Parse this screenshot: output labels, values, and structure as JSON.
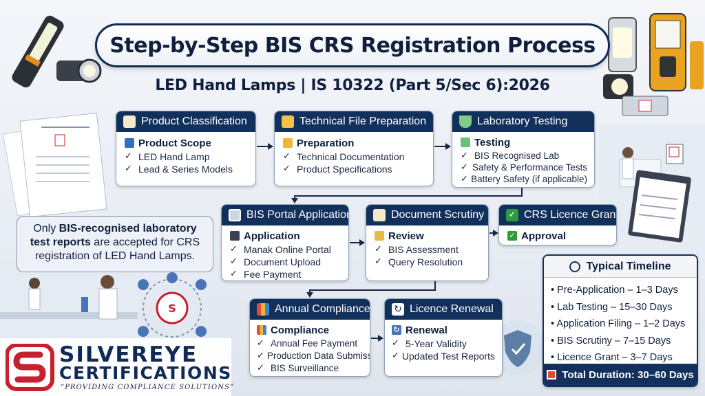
{
  "title": "Step-by-Step BIS CRS Registration Process",
  "subtitle": "LED Hand Lamps | IS 10322 (Part 5/Sec 6):2026",
  "steps": [
    {
      "header": "Product Classification",
      "header_icon": "document-icon",
      "sub": "Product Scope",
      "sub_icon": "book-icon",
      "items": [
        "LED Hand Lamp",
        "Lead & Series Models"
      ]
    },
    {
      "header": "Technical File Preparation",
      "header_icon": "folder-icon",
      "sub": "Preparation",
      "sub_icon": "folder-icon",
      "items": [
        "Technical Documentation",
        "Product Specifications"
      ]
    },
    {
      "header": "Laboratory Testing",
      "header_icon": "flask-icon",
      "sub": "Testing",
      "sub_icon": "test-tube-icon",
      "items": [
        "BIS Recognised Lab",
        "Safety & Performance Tests",
        "Battery Safety (if applicable)"
      ]
    },
    {
      "header": "BIS Portal Application",
      "header_icon": "laptop-icon",
      "sub": "Application",
      "sub_icon": "laptop-icon",
      "items": [
        "Manak Online Portal",
        "Document Upload",
        "Fee Payment"
      ]
    },
    {
      "header": "Document Scrutiny",
      "header_icon": "document-icon",
      "sub": "Review",
      "sub_icon": "pencil-icon",
      "items": [
        "BIS Assessment",
        "Query Resolution"
      ]
    },
    {
      "header": "CRS Licence Grant",
      "header_icon": "checkmark-icon",
      "sub": "Approval",
      "sub_icon": "checkmark-icon",
      "items": []
    },
    {
      "header": "Annual Compliance",
      "header_icon": "bar-chart-icon",
      "sub": "Compliance",
      "sub_icon": "bar-chart-icon",
      "items": [
        "Annual Fee Payment",
        "Production Data Submission",
        "BIS Surveillance"
      ]
    },
    {
      "header": "Licence Renewal",
      "header_icon": "refresh-icon",
      "sub": "Renewal",
      "sub_icon": "refresh-icon",
      "items": [
        "5-Year Validity",
        "Updated Test Reports"
      ]
    }
  ],
  "note": {
    "prefix": "Only ",
    "bold": "BIS-recognised laboratory test reports",
    "suffix": " are accepted for CRS registration of LED Hand Lamps."
  },
  "timeline": {
    "title": "Typical Timeline",
    "items": [
      "Pre-Application – 1–3 Days",
      "Lab Testing – 15–30 Days",
      "Application Filing – 1–2 Days",
      "BIS Scrutiny – 7–15 Days",
      "Licence Grant – 3–7 Days"
    ],
    "total": "Total Duration: 30–60 Days"
  },
  "brand": {
    "name": "SILVEREYE",
    "name2": "CERTIFICATIONS",
    "tagline": "“PROVIDING COMPLIANCE SOLUTIONS”"
  },
  "colors": {
    "header_navy": "#12305c",
    "brand_red": "#c8202f",
    "check_green": "#2e9b3a"
  }
}
